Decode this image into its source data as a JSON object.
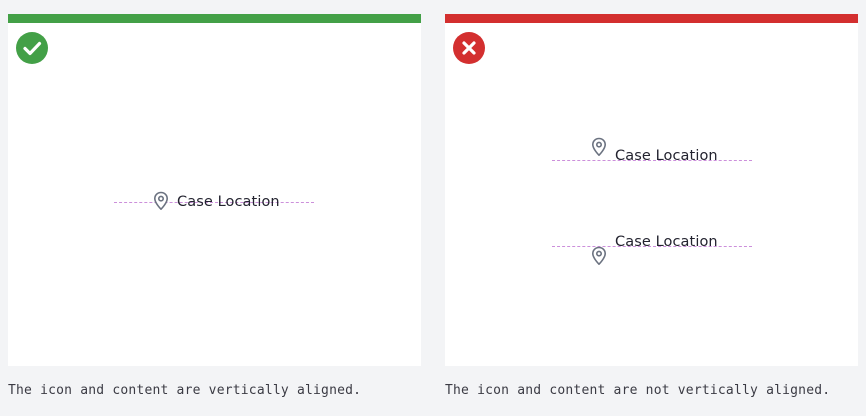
{
  "colors": {
    "correct": "#43a047",
    "incorrect": "#d32f2f",
    "guide": "#cc8fdb",
    "pin": "#6b7280",
    "text": "#23232f"
  },
  "correct": {
    "badge_icon": "check-icon",
    "field_icon": "map-pin-icon",
    "field_label": "Case Location",
    "caption": "The icon and content are vertically aligned."
  },
  "incorrect": {
    "badge_icon": "close-icon",
    "field_icon": "map-pin-icon",
    "example_top": {
      "field_label": "Case Location"
    },
    "example_bottom": {
      "field_label": "Case Location"
    },
    "caption": "The icon and content are not vertically aligned."
  }
}
